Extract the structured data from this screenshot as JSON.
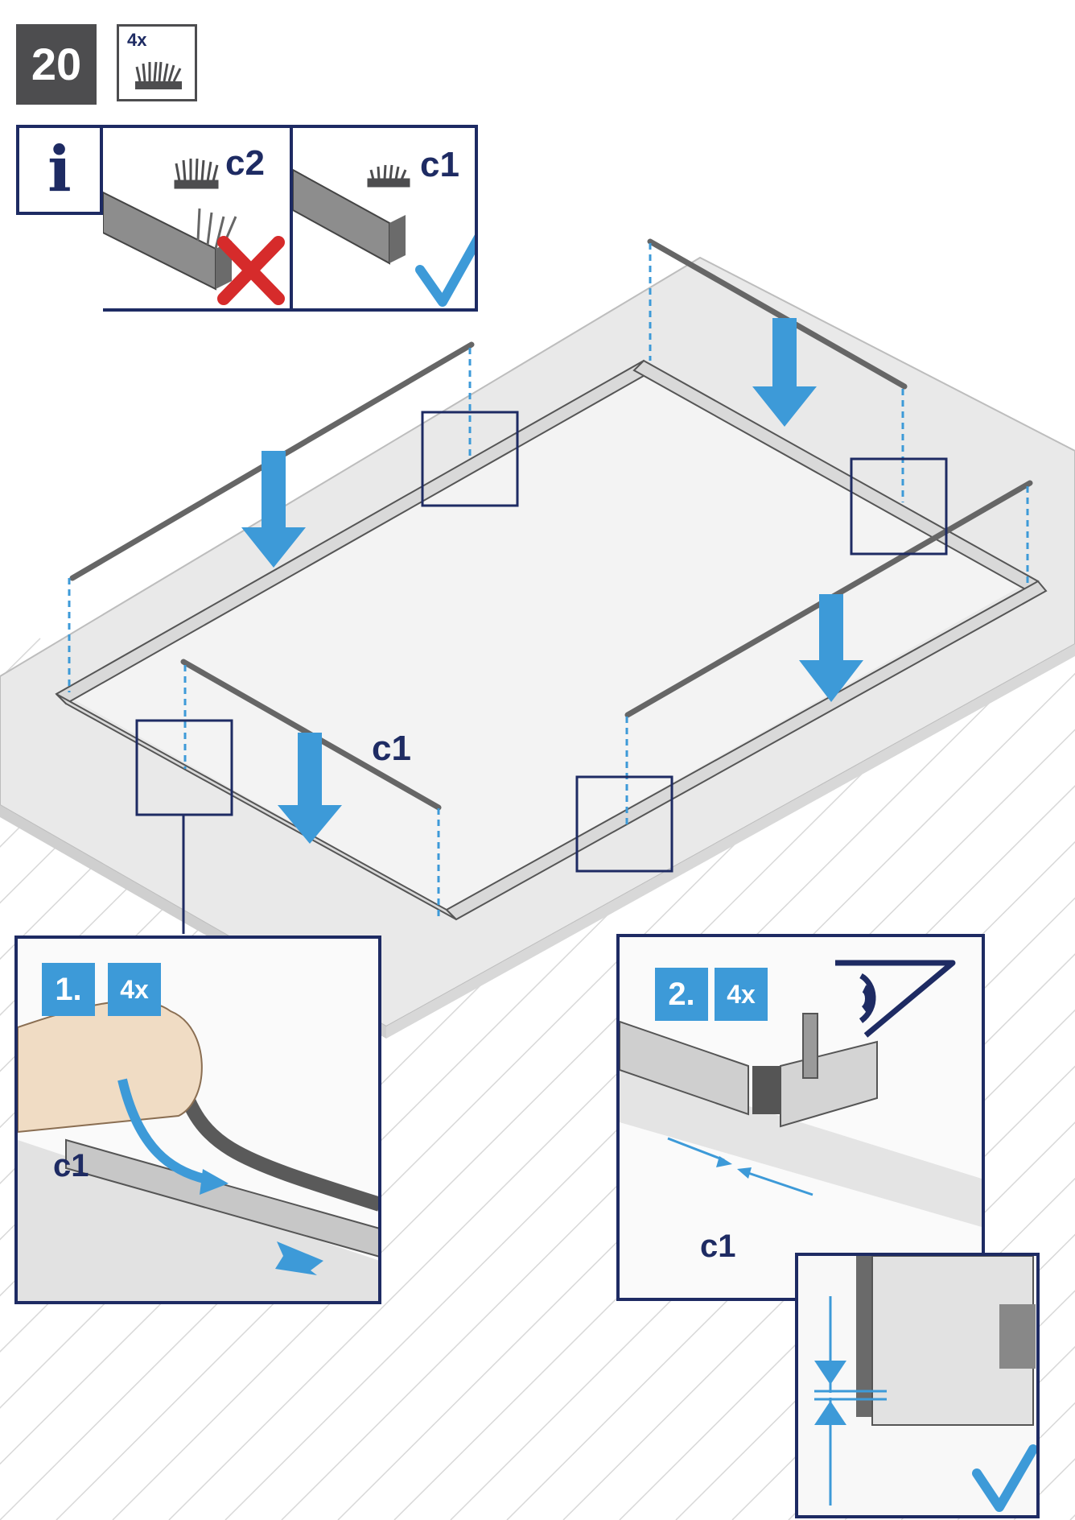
{
  "step": {
    "number": "20"
  },
  "parts_needed": {
    "quantity": "4x",
    "icon": "brush-strip-icon"
  },
  "info": {
    "icon": "info-icon",
    "wrong_part": {
      "label": "c2",
      "mark": "cross-icon"
    },
    "right_part": {
      "label": "c1",
      "mark": "check-icon"
    }
  },
  "main": {
    "part_label": "c1"
  },
  "detail_1": {
    "step": "1.",
    "quantity": "4x",
    "part_label": "c1"
  },
  "detail_2": {
    "step": "2.",
    "quantity": "4x",
    "part_label": "c1",
    "view_icon": "eye-view-icon"
  },
  "colors": {
    "navy": "#1e2b63",
    "blue": "#3d9ad8",
    "red": "#d62b2b",
    "gray": "#4d4d4f"
  }
}
